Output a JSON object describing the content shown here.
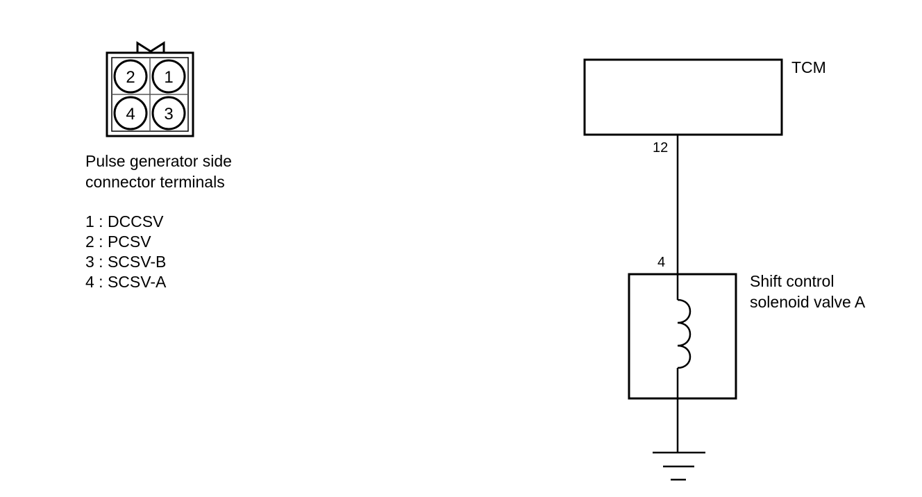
{
  "connector": {
    "caption_line1": "Pulse generator side",
    "caption_line2": "connector terminals",
    "pins": [
      {
        "number": "2"
      },
      {
        "number": "1"
      },
      {
        "number": "4"
      },
      {
        "number": "3"
      }
    ],
    "legend": [
      "1 : DCCSV",
      "2 : PCSV",
      "3 : SCSV-B",
      "4 : SCSV-A"
    ]
  },
  "circuit": {
    "module_label": "TCM",
    "module_terminal": "12",
    "solenoid_terminal": "4",
    "solenoid_label_line1": "Shift control",
    "solenoid_label_line2": "solenoid valve A"
  },
  "colors": {
    "line": "#000000",
    "background": "#ffffff",
    "connector_grid": "#555555"
  }
}
